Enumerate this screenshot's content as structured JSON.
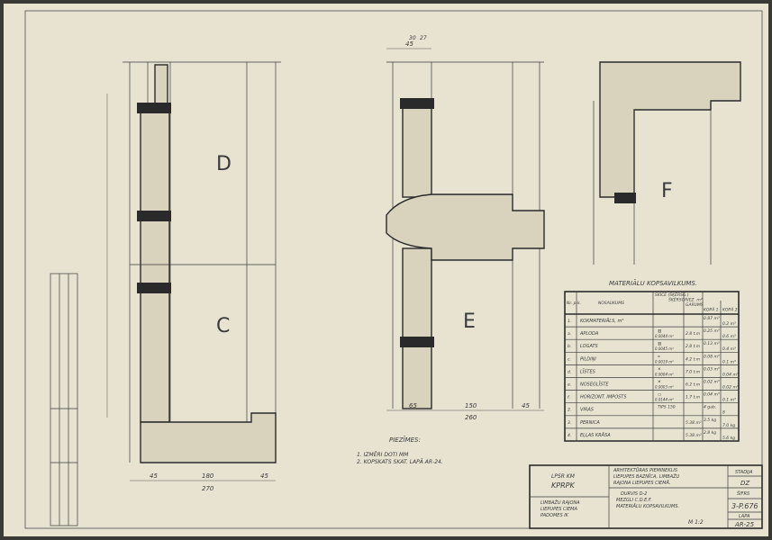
{
  "sections": {
    "D": "D",
    "C": "C",
    "E": "E",
    "F": "F"
  },
  "dimensions": {
    "left_bottom": [
      "45",
      "180",
      "45"
    ],
    "left_total": "270",
    "middle_bottom": [
      "65",
      "150",
      "45"
    ],
    "middle_total": "260",
    "middle_top": "45",
    "middle_top_sub": [
      "30",
      "27"
    ]
  },
  "notes": {
    "title": "PIEZĪMES:",
    "items": [
      "1. IZMĒRI DOTI MM",
      "2. KOPSKATS SKAT. LAPĀ AR-24."
    ]
  },
  "materials": {
    "title": "MATERIĀLU KOPSAVILKUMS.",
    "headers": [
      "Nr. p.k.",
      "NOSAUKUMS",
      "SKICE (ŠĶĒRSG.)",
      "ŠĶĒRSGRIEZ. m²",
      "GARUMS",
      "KOPĀ 1",
      "KOPĀ 2"
    ],
    "rows": [
      {
        "no": "1.",
        "name": "KOKMATERIĀLS, m³",
        "sketch": "",
        "sec": "",
        "len": "",
        "a": "0.87 m³",
        "b": "0.2 m³"
      },
      {
        "no": "a.",
        "name": "APLODA",
        "sketch": "▥",
        "sec": "0.0044 m²",
        "len": "2.8 t.m",
        "a": "0.25 m³",
        "b": "0.6 m³"
      },
      {
        "no": "b.",
        "name": "LOGATS",
        "sketch": "▥",
        "sec": "0.0045 m²",
        "len": "2.8 t.m",
        "a": "0.13 m³",
        "b": "0.4 m³"
      },
      {
        "no": "c.",
        "name": "PILDIŅI",
        "sketch": "═",
        "sec": "0.0019 m²",
        "len": "4.2 t.m",
        "a": "0.08 m³",
        "b": "0.1 m³"
      },
      {
        "no": "d.",
        "name": "LĪSTES",
        "sketch": "✕",
        "sec": "0.0004 m²",
        "len": "7.0 t.m",
        "a": "0.03 m³",
        "b": "0.04 m³"
      },
      {
        "no": "e.",
        "name": "NOSEGLĪSTE",
        "sketch": "✕",
        "sec": "0.0003 m²",
        "len": "6.2 t.m",
        "a": "0.02 m³",
        "b": "0.02 m³"
      },
      {
        "no": "f.",
        "name": "HORIZONT. IMPOSTS",
        "sketch": "▭",
        "sec": "0.0144 m²",
        "len": "1.7 t.m",
        "a": "0.04 m³",
        "b": "0.1 m³"
      },
      {
        "no": "2.",
        "name": "VIRAS",
        "sketch": "TIPS 150",
        "sec": "",
        "len": "",
        "a": "4 gab.",
        "b": "8"
      },
      {
        "no": "3.",
        "name": "PERNICA",
        "sketch": "",
        "sec": "",
        "len": "5.38 m²",
        "a": "3.5 kg",
        "b": "7.0 kg"
      },
      {
        "no": "4.",
        "name": "EĻĻAS KRĀSA",
        "sketch": "",
        "sec": "",
        "len": "5.38 m²",
        "a": "2.8 kg",
        "b": "5.6 kg"
      }
    ]
  },
  "title_block": {
    "org1": "LPSR KM",
    "org2": "KPRPK",
    "client": [
      "LIMBAŽU RAJONA",
      "LIEPUPES CIEMA",
      "PADOMES IK"
    ],
    "project": [
      "ARHITEKTŪRAS PIEMINEKLIS",
      "LIEPUPES BAZNĪCA, LIMBAŽU",
      "RAJONA LIEPUPES CIEMĀ."
    ],
    "sheet_title": [
      "DURVIS D-2",
      "MEZGLI C.D.E.F.",
      "MATERIĀLU KOPSAVILKUMS."
    ],
    "scale": "M 1:2",
    "stage_label": "STADIJA",
    "stage": "DZ",
    "code_label": "ŠIFRS",
    "code": "3-P.676",
    "page_label": "LAPA",
    "page": "AR-25"
  }
}
